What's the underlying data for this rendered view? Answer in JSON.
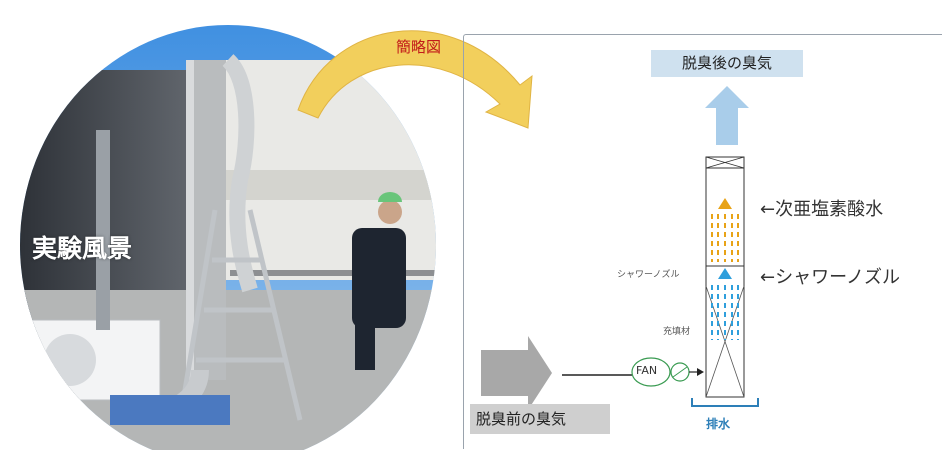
{
  "photo": {
    "caption": "実験風景"
  },
  "arrow_label": "簡略図",
  "diagram": {
    "outlet_label": "脱臭後の臭気",
    "inlet_label": "脱臭前の臭気",
    "hypochlorous_label": "←次亜塩素酸水",
    "shower_label": "←シャワーノズル",
    "shower_small_label": "シャワーノズル",
    "packing_label": "充填材",
    "fan_label": "FAN",
    "drain_label": "排水"
  },
  "colors": {
    "accent_red": "#c21a1a",
    "arrow_yellow": "#f2cf5c",
    "outlet_blue": "#cfe1ef",
    "water_blue": "#2f9fdc",
    "chemical_orange": "#e8a317",
    "fan_green": "#3a9b52"
  }
}
